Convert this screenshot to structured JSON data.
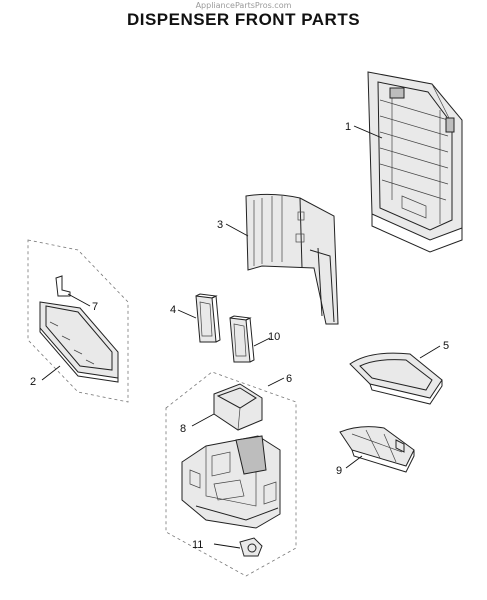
{
  "watermark": "AppliancePartsPros.com",
  "title": "DISPENSER FRONT PARTS",
  "callouts": {
    "c1": "1",
    "c2": "2",
    "c3": "3",
    "c4": "4",
    "c5": "5",
    "c6": "6",
    "c7": "7",
    "c8": "8",
    "c9": "9",
    "c10": "10",
    "c11": "11"
  }
}
